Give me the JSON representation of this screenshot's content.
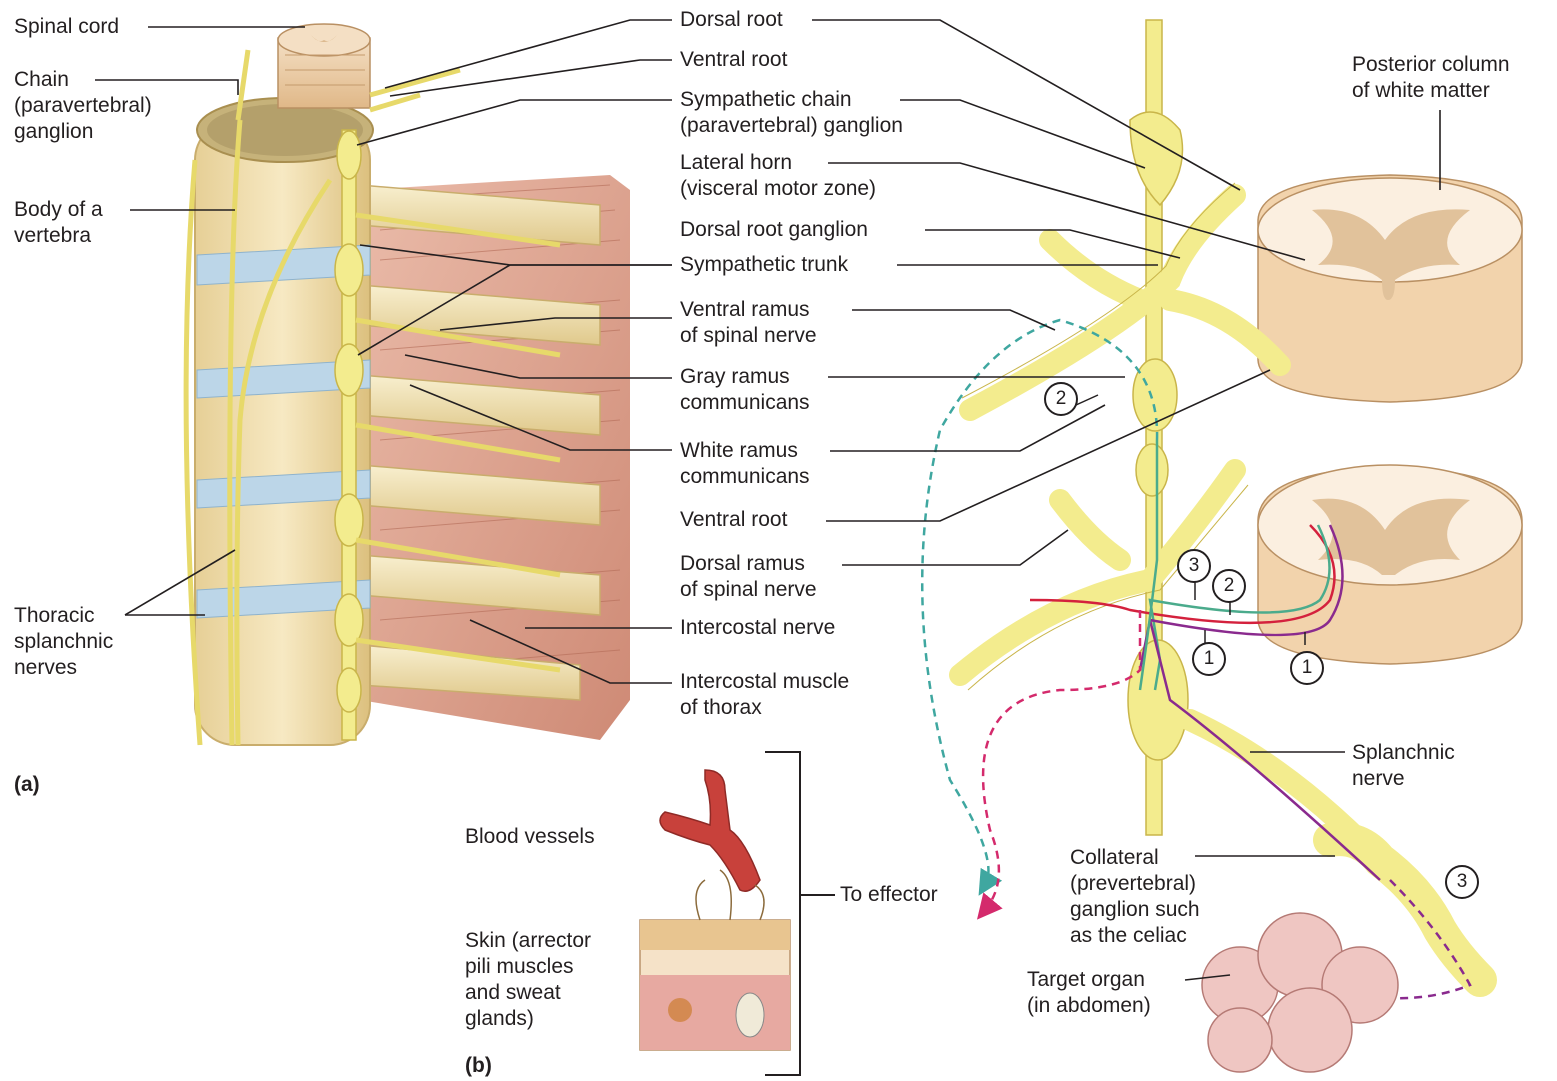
{
  "labels": {
    "spinal_cord": "Spinal cord",
    "chain_ganglion_1": "Chain",
    "chain_ganglion_2": "(paravertebral)",
    "chain_ganglion_3": "ganglion",
    "body_vertebra_1": "Body of a",
    "body_vertebra_2": "vertebra",
    "thoracic_splanchnic_1": "Thoracic",
    "thoracic_splanchnic_2": "splanchnic",
    "thoracic_splanchnic_3": "nerves",
    "panel_a": "(a)",
    "panel_b": "(b)",
    "dorsal_root": "Dorsal root",
    "ventral_root_top": "Ventral root",
    "sympathetic_chain_1": "Sympathetic chain",
    "sympathetic_chain_2": "(paravertebral) ganglion",
    "lateral_horn_1": "Lateral horn",
    "lateral_horn_2": "(visceral motor zone)",
    "dorsal_root_ganglion": "Dorsal root ganglion",
    "sympathetic_trunk": "Sympathetic trunk",
    "ventral_ramus_1": "Ventral ramus",
    "ventral_ramus_2": "of spinal nerve",
    "gray_ramus_1": "Gray ramus",
    "gray_ramus_2": "communicans",
    "white_ramus_1": "White ramus",
    "white_ramus_2": "communicans",
    "ventral_root_mid": "Ventral root",
    "dorsal_ramus_1": "Dorsal ramus",
    "dorsal_ramus_2": "of spinal nerve",
    "intercostal_nerve": "Intercostal nerve",
    "intercostal_muscle_1": "Intercostal muscle",
    "intercostal_muscle_2": "of thorax",
    "posterior_column_1": "Posterior column",
    "posterior_column_2": "of white matter",
    "splanchnic_nerve_1": "Splanchnic",
    "splanchnic_nerve_2": "nerve",
    "collateral_1": "Collateral",
    "collateral_2": "(prevertebral)",
    "collateral_3": "ganglion such",
    "collateral_4": "as the celiac",
    "target_organ_1": "Target organ",
    "target_organ_2": "(in abdomen)",
    "blood_vessels": "Blood vessels",
    "skin_1": "Skin (arrector",
    "skin_2": "pili muscles",
    "skin_3": "and sweat",
    "skin_4": "glands)",
    "to_effector": "To effector"
  },
  "pathway_numbers": {
    "n2_upper": "2",
    "n3_mid": "3",
    "n2_mid": "2",
    "n1_left": "1",
    "n1_right": "1",
    "n3_lower": "3"
  },
  "colors": {
    "nerve": "#f3ec8e",
    "nerve_edge": "#c9b54a",
    "bone": "#f2dfae",
    "disc": "#bcd6e8",
    "muscle": "#d99a85",
    "cord": "#f3dcc0",
    "gray_matter": "#dcb98e",
    "path_red": "#d4213d",
    "path_green": "#4bab8c",
    "path_purple": "#8a2a8e",
    "path_teal_dashed": "#3fa7a0",
    "path_magenta_dashed": "#d42a6c",
    "vessel": "#c8413b"
  }
}
